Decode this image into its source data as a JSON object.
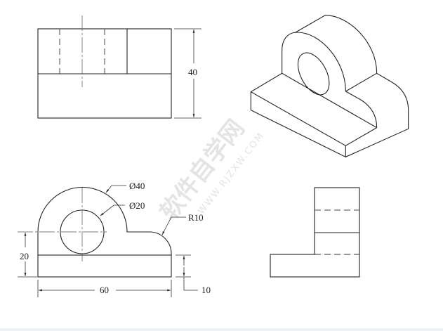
{
  "dimensions": {
    "top_view_height": "40",
    "outer_diameter": "Ø40",
    "hole_diameter": "Ø20",
    "fillet_radius": "R10",
    "front_height": "20",
    "base_width": "60",
    "base_thickness": "10"
  },
  "watermark": {
    "title": "软件自学网",
    "url": "WWW.RJZXW.COM"
  },
  "colors": {
    "line": "#222222",
    "watermark": "#e4e4e4"
  }
}
